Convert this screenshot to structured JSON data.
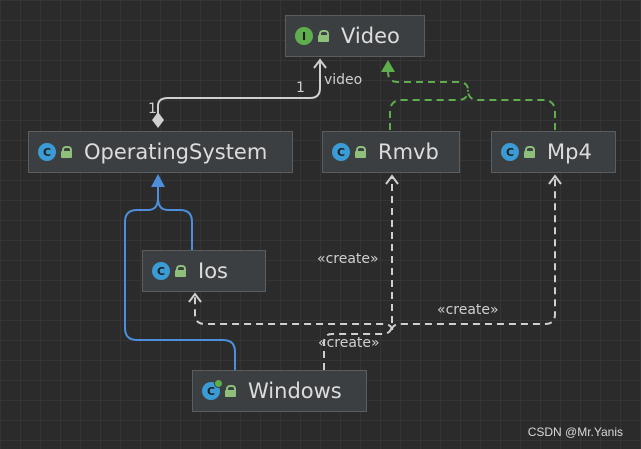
{
  "nodes": {
    "video": {
      "name": "Video",
      "kind": "interface",
      "badge": "I"
    },
    "operating_system": {
      "name": "OperatingSystem",
      "kind": "class",
      "badge": "C"
    },
    "rmvb": {
      "name": "Rmvb",
      "kind": "class",
      "badge": "C"
    },
    "mp4": {
      "name": "Mp4",
      "kind": "class",
      "badge": "C"
    },
    "ios": {
      "name": "Ios",
      "kind": "class",
      "badge": "C"
    },
    "windows": {
      "name": "Windows",
      "kind": "class",
      "badge": "C"
    }
  },
  "edge_labels": {
    "assoc_role": "video",
    "assoc_mult_target": "1",
    "assoc_mult_source": "1",
    "create_rmvb": "«create»",
    "create_mp4": "«create»",
    "create_ios": "«create»"
  },
  "colors": {
    "background": "#2b2b2b",
    "node_fill": "#3c3f41",
    "class_badge": "#3a9bd5",
    "interface_badge": "#5fae4e",
    "inheritance_arrow": "#4d8fdc",
    "realization_arrow": "#5fae4e",
    "association_line": "#d0d0d0",
    "dependency_line": "#d0d0d0"
  },
  "watermark": "CSDN @Mr.Yanis"
}
